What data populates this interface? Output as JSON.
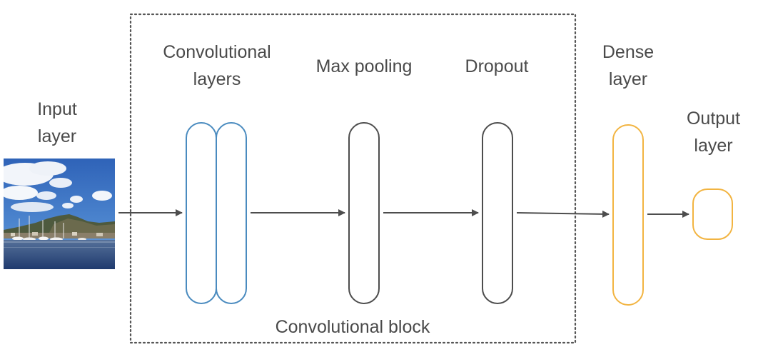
{
  "labels": {
    "input_line1": "Input",
    "input_line2": "layer",
    "conv_line1": "Convolutional",
    "conv_line2": "layers",
    "maxpool": "Max pooling",
    "dropout": "Dropout",
    "dense_line1": "Dense",
    "dense_line2": "layer",
    "output_line1": "Output",
    "output_line2": "layer",
    "block": "Convolutional block"
  },
  "colors": {
    "conv": "#4a8bbf",
    "neutral": "#4d4d4d",
    "dense": "#f2b441",
    "output": "#f2b441",
    "arrow": "#4d4d4d",
    "label_text": "#4a4a4a",
    "block_border": "#555555"
  }
}
